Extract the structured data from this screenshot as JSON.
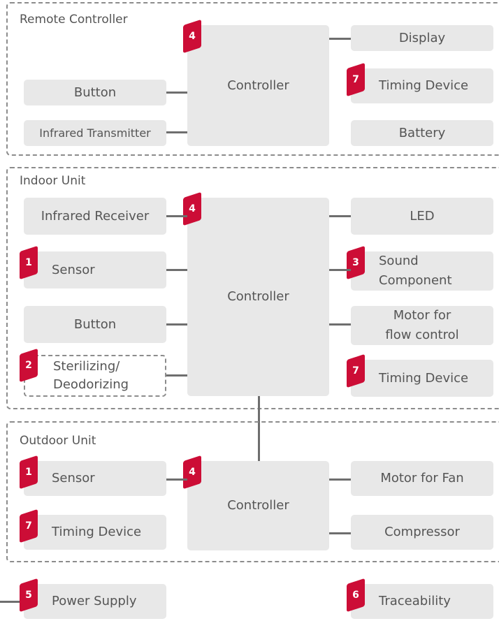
{
  "sections": {
    "remote": "Remote Controller",
    "indoor": "Indoor Unit",
    "outdoor": "Outdoor Unit"
  },
  "remote": {
    "controller": "Controller",
    "button": "Button",
    "infrared_transmitter": "Infrared Transmitter",
    "display": "Display",
    "timing_device": "Timing Device",
    "battery": "Battery",
    "controller_badge": "4",
    "timing_badge": "7"
  },
  "indoor": {
    "controller": "Controller",
    "infrared_receiver": "Infrared Receiver",
    "sensor": "Sensor",
    "button": "Button",
    "sterilizing_line1": "Sterilizing/",
    "sterilizing_line2": "Deodorizing",
    "led": "LED",
    "sound_line1": "Sound",
    "sound_line2": "Component",
    "motor_line1": "Motor for",
    "motor_line2": "flow control",
    "timing_device": "Timing Device",
    "controller_badge": "4",
    "sensor_badge": "1",
    "sterilizing_badge": "2",
    "sound_badge": "3",
    "timing_badge": "7"
  },
  "outdoor": {
    "controller": "Controller",
    "sensor": "Sensor",
    "timing_device": "Timing Device",
    "motor_fan": "Motor for Fan",
    "compressor": "Compressor",
    "controller_badge": "4",
    "sensor_badge": "1",
    "timing_badge": "7"
  },
  "bottom": {
    "power_supply": "Power Supply",
    "traceability": "Traceability",
    "power_badge": "5",
    "trace_badge": "6"
  },
  "colors": {
    "badge": "#cc0d36",
    "box": "#e8e8e8",
    "border": "#8c8c8c",
    "line": "#6e6e6e"
  }
}
